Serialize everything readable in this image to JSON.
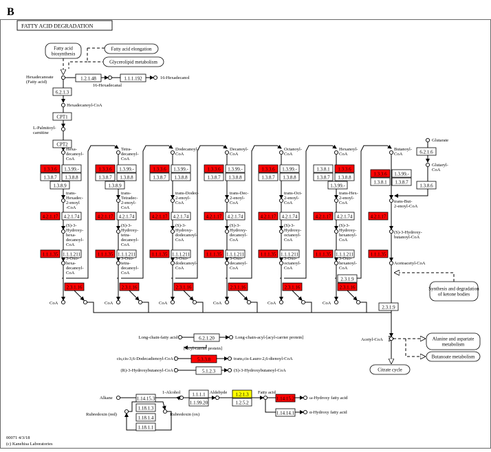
{
  "panel_letter": "B",
  "map_title": "FATTY ACID DEGRADATION",
  "footer_id": "00071 4/3/18",
  "footer_copyright": "(c) Kanehisa Laboratories",
  "colors": {
    "highlight_red": "#ff0000",
    "highlight_yellow": "#ffff00",
    "line": "#000000"
  },
  "maps": {
    "fa_biosynthesis": [
      "Fatty acid",
      "biosynthesis"
    ],
    "fa_elongation": "Fatty acid elongation",
    "glycerolipid": "Glycerolipid metabolism",
    "ketone_bodies": [
      "Synthesis and degradation",
      "of ketone bodies"
    ],
    "alanine": [
      "Alanine and aspartate",
      "metabolism"
    ],
    "butanoate": "Butanoate metabolism",
    "citrate": "Citrate cycle"
  },
  "compounds": {
    "hexadecanoate": [
      "Hexadecanoate",
      "(Fatty acid)"
    ],
    "hexadecanal": "16-Hexadecanal",
    "hexadecanol": "16-Hexadecanol",
    "hexadecanoyl_coa": "Hexadecanoyl-CoA",
    "palmitoyl_carnitine": [
      "L-Palmitoyl-",
      "carnitine"
    ],
    "glutarate": "Glutarate",
    "glutaryl_coa": [
      "Glutaryl-",
      "CoA"
    ],
    "acetoacetyl_coa": "Acetoacetyl-CoA",
    "acetyl_coa": "Acetyl-CoA",
    "long_chain_fatty_acid": "Long-chain-fatty acid",
    "long_chain_acyl_acp": "Long-chain-acyl-[acyl-carrier protein]",
    "acyl_carrier_protein": "[Acyl-carrier protein]",
    "cis_dodecadienoyl": "cis,cis-3,6-Dodecadienoyl-CoA",
    "trans_lauro_dienoyl": "trans,cis-Lauro-2,6-dienoyl-CoA",
    "r_hydroxybutanoyl": "(R)-3-Hydroxybutanoyl-CoA",
    "s_hydroxybutanoyl": "(S)-3-Hydroxybutanoyl-CoA",
    "alkane": "Alkane",
    "alcohol": "1-Alcohol",
    "aldehyde": "Aldehyde",
    "fatty_acid": "Fatty acid",
    "rubredoxin_red": "Rubredoxin (red)",
    "rubredoxin_ox": "Rubredoxin (ox)",
    "omega_hydroxy": "ω-Hydroxy fatty acid",
    "alpha_hydroxy": "α-Hydroxy fatty acid",
    "coa": "CoA"
  },
  "cycle_compounds": [
    {
      "acyl": [
        "Hexa-",
        "decanoyl-",
        "CoA"
      ],
      "enoyl": [
        "trans-",
        "Hexadec-",
        "2-enoyl",
        "-CoA"
      ],
      "hydroxy": [
        "(S)-3-",
        "Hydroxy-",
        "hexa-",
        "decanoyl-",
        "CoA"
      ],
      "oxo": [
        "3-Oxo-",
        "hexa-",
        "decanoyl-",
        "CoA"
      ]
    },
    {
      "acyl": [
        "Tetra-",
        "decanoyl-",
        "CoA"
      ],
      "enoyl": [
        "trans-",
        "Tetradec-",
        "2-enoyl-",
        "CoA"
      ],
      "hydroxy": [
        "(S)-3-",
        "Hydroxy-",
        "tetra-",
        "decanoyl-",
        "CoA"
      ],
      "oxo": [
        "3-Oxo-",
        "tetra-",
        "decanoyl-",
        "CoA"
      ]
    },
    {
      "acyl": [
        "Dodecanoyl-",
        "CoA"
      ],
      "enoyl": [
        "trans-Dodec-",
        "2-enoyl-",
        "CoA"
      ],
      "hydroxy": [
        "(S)-3-",
        "Hydroxy-",
        "dodecanoyl-",
        "CoA"
      ],
      "oxo": [
        "3-Oxo-",
        "dodecanoyl-",
        "CoA"
      ]
    },
    {
      "acyl": [
        "Decanoyl-",
        "CoA"
      ],
      "enoyl": [
        "trans-Dec-",
        "2-enoyl-",
        "CoA"
      ],
      "hydroxy": [
        "(S)-3-",
        "Hydroxy-",
        "decanoyl-",
        "CoA"
      ],
      "oxo": [
        "3-Oxo-",
        "decanoyl-",
        "CoA"
      ]
    },
    {
      "acyl": [
        "Octanoyl-",
        "CoA"
      ],
      "enoyl": [
        "trans-Oct-",
        "2-enoyl-",
        "CoA"
      ],
      "hydroxy": [
        "(S)-3-",
        "Hydroxy-",
        "octanoyl-",
        "CoA"
      ],
      "oxo": [
        "3-Oxo-",
        "octanoyl-",
        "CoA"
      ]
    },
    {
      "acyl": [
        "Hexanoyl-",
        "CoA"
      ],
      "enoyl": [
        "trans-Hex-",
        "2-enoyl-",
        "CoA"
      ],
      "hydroxy": [
        "(S)-3-",
        "Hydroxy-",
        "hexanoyl-",
        "CoA"
      ],
      "oxo": [
        "3-Oxo-",
        "hexanoyl-",
        "CoA"
      ]
    },
    {
      "acyl": [
        "Butanoyl-",
        "CoA"
      ],
      "enoyl": [
        "trans-But-",
        "2-enoyl-CoA"
      ],
      "hydroxy": [
        "(S)-3-Hydroxy-",
        "butanoyl-CoA"
      ],
      "oxo": []
    }
  ],
  "enzymes": {
    "e_1_2_1_48": "1.2.1.48",
    "e_1_1_1_192": "1.1.1.192",
    "e_6_2_1_3": "6.2.1.3",
    "e_cpt1": "CPT1",
    "e_cpt2": "CPT2",
    "e_1_3_3_6": "1.3.3.6",
    "e_1_3_99": "1.3.99.-",
    "e_1_3_8_7": "1.3.8.7",
    "e_1_3_8_8": "1.3.8.8",
    "e_1_3_8_9": "1.3.8.9",
    "e_1_3_8_1": "1.3.8.1",
    "e_4_2_1_17": "4.2.1.17",
    "e_4_2_1_74": "4.2.1.74",
    "e_1_1_1_35": "1.1.1.35",
    "e_1_1_1_211": "1.1.1.211",
    "e_2_3_1_16": "2.3.1.16",
    "e_2_3_1_9": "2.3.1.9",
    "e_6_2_1_6": "6.2.1.6",
    "e_1_3_8_6": "1.3.8.6",
    "e_6_2_1_20": "6.2.1.20",
    "e_5_3_3_8": "5.3.3.8",
    "e_5_1_2_3": "5.1.2.3",
    "e_1_14_15_3": "1.14.15.3",
    "e_1_18_1_3": "1.18.1.3",
    "e_1_18_1_4": "1.18.1.4",
    "e_1_18_1_1": "1.18.1.1",
    "e_1_1_1_1": "1.1.1.1",
    "e_1_1_99_20": "1.1.99.20",
    "e_1_2_1_3": "1.2.1.3",
    "e_1_2_5_2": "1.2.5.2",
    "e_1_14_15_2": "1.14.15.2",
    "e_1_14_14_1": "1.14.14.1"
  }
}
